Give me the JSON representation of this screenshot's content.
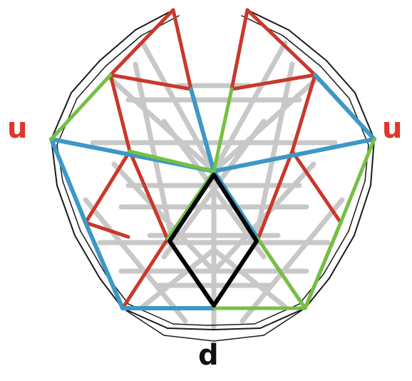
{
  "labels": {
    "left": "u",
    "right": "u",
    "bottom": "d"
  },
  "colors": {
    "label_u": "#e0352b",
    "label_d": "#111111",
    "outline": "#1a1a1a",
    "background_struts": "#c8c8c8",
    "red": "#c9382c",
    "blue": "#3d98c6",
    "green": "#74c043",
    "black": "#000000"
  }
}
